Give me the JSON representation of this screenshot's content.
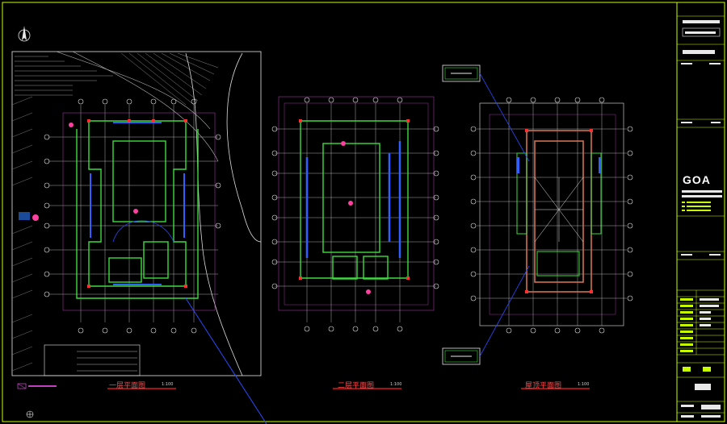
{
  "titleblock": {
    "logo": "GOA"
  },
  "plans": [
    {
      "title": "一层平面图",
      "scale": "1:100"
    },
    {
      "title": "二层平面图",
      "scale": "1:100"
    },
    {
      "title": "屋顶平面图",
      "scale": "1:100"
    }
  ],
  "colors": {
    "background": "#000000",
    "frame": "#c8ff00",
    "wall": "#3ddc3d",
    "axis": "#e8e8e8",
    "dimension": "#c040c0",
    "annotation": "#ff40a0",
    "column": "#ff3030",
    "leader": "#2a4aff",
    "title_underline": "#ff2020"
  }
}
